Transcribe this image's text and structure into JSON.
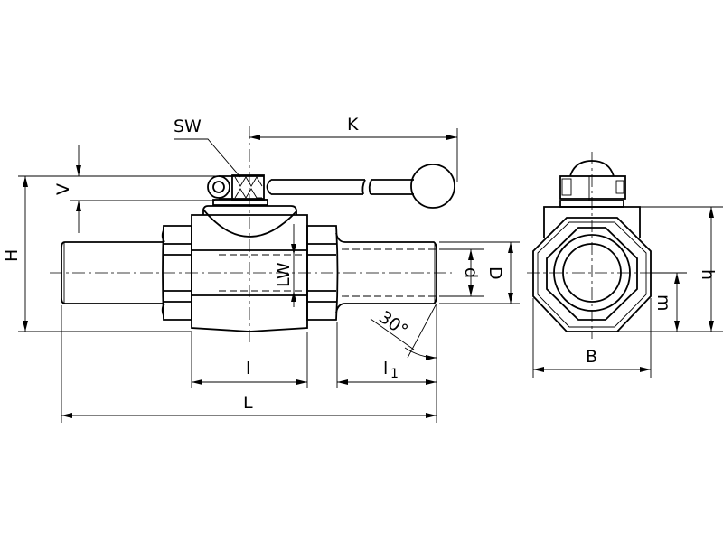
{
  "drawing": {
    "front_view": {
      "labels": {
        "sw": "SW",
        "k": "K",
        "v": "V",
        "h_total": "H",
        "lw": "LW",
        "d_inner": "d",
        "d_outer": "D",
        "angle": "30°",
        "l": "l",
        "l1_main": "l",
        "l1_sub": "1",
        "l_total": "L"
      }
    },
    "side_view": {
      "labels": {
        "b": "B",
        "h": "h",
        "m": "m"
      }
    },
    "colors": {
      "line": "#000000",
      "background": "#ffffff"
    }
  }
}
